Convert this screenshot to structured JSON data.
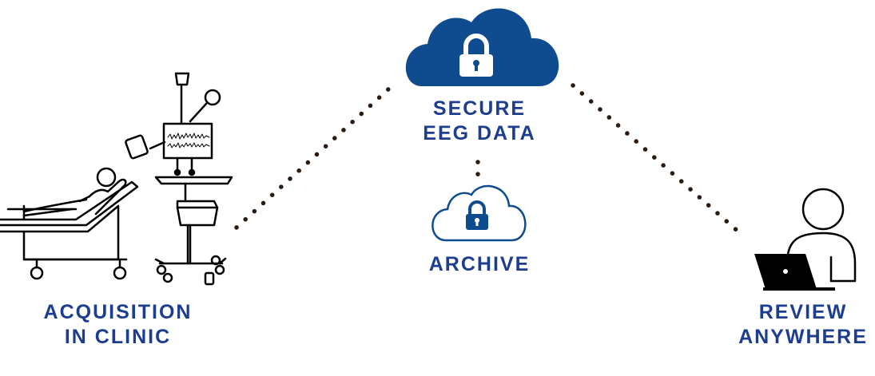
{
  "colors": {
    "brand_blue": "#1d3d8f",
    "cloud_blue": "#0f4c8f",
    "dots": "#2b1a10",
    "line_art": "#000000"
  },
  "nodes": {
    "secure": {
      "line1": "SECURE",
      "line2": "EEG DATA",
      "icon": "cloud-lock-icon"
    },
    "archive": {
      "line1": "ARCHIVE",
      "icon": "cloud-lock-outline-icon"
    },
    "acquisition": {
      "line1": "ACQUISITION",
      "line2": "IN CLINIC",
      "icon": "clinic-bed-eeg-cart-icon"
    },
    "review": {
      "line1": "REVIEW",
      "line2": "ANYWHERE",
      "icon": "person-laptop-icon"
    }
  },
  "connectors": [
    {
      "from": "acquisition",
      "to": "secure",
      "style": "dotted"
    },
    {
      "from": "secure",
      "to": "review",
      "style": "dotted"
    },
    {
      "from": "secure",
      "to": "archive",
      "style": "dotted"
    }
  ]
}
